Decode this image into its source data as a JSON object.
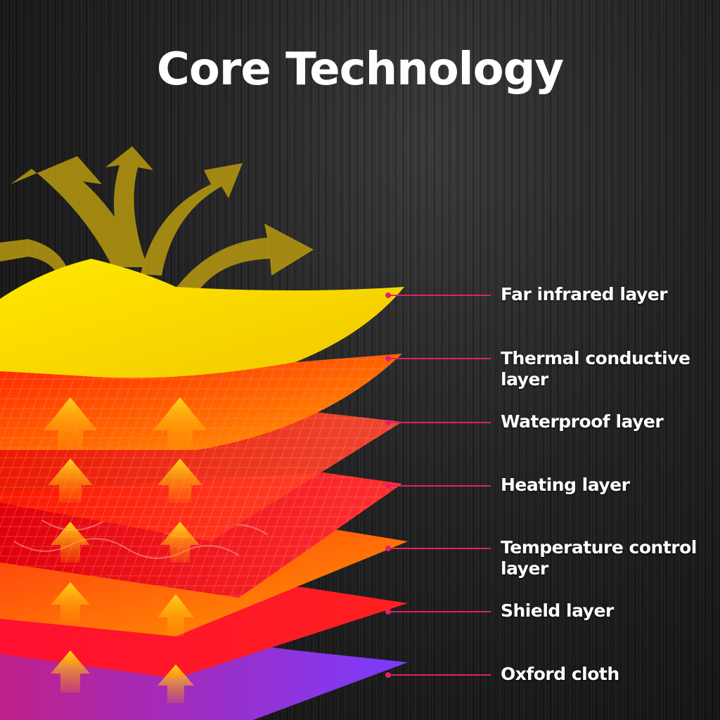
{
  "title": "Core Technology",
  "layers": [
    {
      "name": "Far infrared layer",
      "color": "#f2e100"
    },
    {
      "name": "Thermal conductive layer",
      "color": "#ff8a00"
    },
    {
      "name": "Waterproof layer",
      "color": "#ff2a1a"
    },
    {
      "name": "Heating layer",
      "color": "#ff1a14"
    },
    {
      "name": "Temperature control layer",
      "color": "#ff7a00"
    },
    {
      "name": "Shield layer",
      "color": "#ff1e1e"
    },
    {
      "name": "Oxford cloth",
      "color": "#8a2be2"
    }
  ],
  "colors": {
    "leader_line": "#e0206a",
    "heat_arrow": "#ffb400",
    "radiation_arrow": "#b89a10"
  }
}
